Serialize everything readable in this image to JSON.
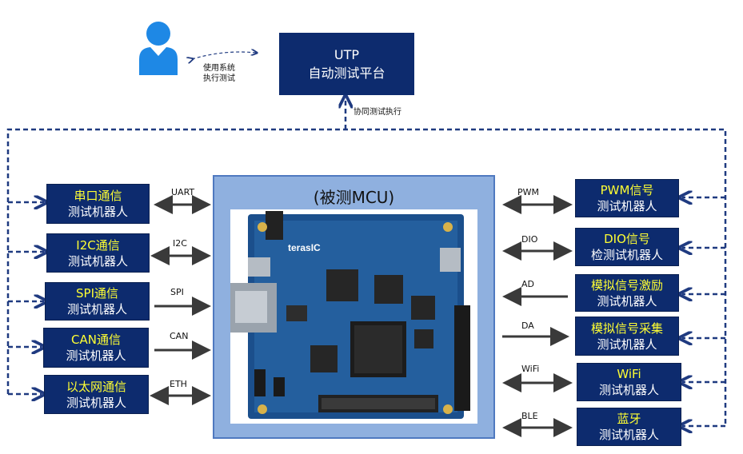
{
  "platform": {
    "line1": "UTP",
    "line2": "自动测试平台"
  },
  "user_note": {
    "line1": "使用系统",
    "line2": "执行测试"
  },
  "coop_label": "协同测试执行",
  "mcu_title": "(被测MCU)",
  "left_robots": [
    {
      "title": "串口通信",
      "subtitle": "测试机器人",
      "interface": "UART"
    },
    {
      "title": "I2C通信",
      "subtitle": "测试机器人",
      "interface": "I2C"
    },
    {
      "title": "SPI通信",
      "subtitle": "测试机器人",
      "interface": "SPI"
    },
    {
      "title": "CAN通信",
      "subtitle": "测试机器人",
      "interface": "CAN"
    },
    {
      "title": "以太网通信",
      "subtitle": "测试机器人",
      "interface": "ETH"
    }
  ],
  "right_robots": [
    {
      "title": "PWM信号",
      "subtitle": "测试机器人",
      "interface": "PWM"
    },
    {
      "title": "DIO信号",
      "subtitle": "检测试机器人",
      "interface": "DIO"
    },
    {
      "title": "模拟信号激励",
      "subtitle": "测试机器人",
      "interface": "AD"
    },
    {
      "title": "模拟信号采集",
      "subtitle": "测试机器人",
      "interface": "DA"
    },
    {
      "title": "WiFi",
      "subtitle": "测试机器人",
      "interface": "WiFi"
    },
    {
      "title": "蓝牙",
      "subtitle": "测试机器人",
      "interface": "BLE"
    }
  ],
  "board_logo": "terasIC",
  "colors": {
    "box": "#0d2b6e",
    "title_text": "#ffff33",
    "dashed": "#1f3a80",
    "arrow": "#3a3a3a",
    "mcu_bg": "#8fb0df"
  }
}
